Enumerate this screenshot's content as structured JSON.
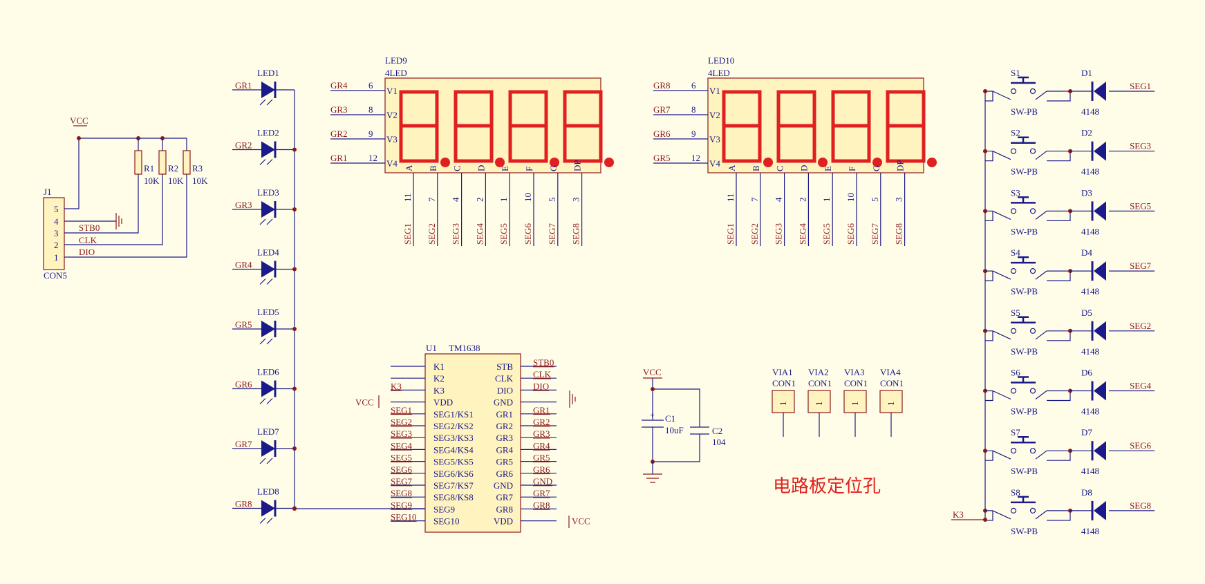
{
  "connector_j1": {
    "ref": "J1",
    "value": "CON5",
    "pins": [
      "5",
      "4",
      "3",
      "2",
      "1"
    ]
  },
  "vcc_label": "VCC",
  "resistors": [
    {
      "ref": "R1",
      "value": "10K"
    },
    {
      "ref": "R2",
      "value": "10K"
    },
    {
      "ref": "R3",
      "value": "10K"
    }
  ],
  "j1_nets": [
    "STB0",
    "CLK",
    "DIO"
  ],
  "leds": [
    {
      "ref": "LED1",
      "net": "GR1"
    },
    {
      "ref": "LED2",
      "net": "GR2"
    },
    {
      "ref": "LED3",
      "net": "GR3"
    },
    {
      "ref": "LED4",
      "net": "GR4"
    },
    {
      "ref": "LED5",
      "net": "GR5"
    },
    {
      "ref": "LED6",
      "net": "GR6"
    },
    {
      "ref": "LED7",
      "net": "GR7"
    },
    {
      "ref": "LED8",
      "net": "GR8"
    }
  ],
  "displays": [
    {
      "ref": "LED9",
      "type": "4LED",
      "digits": [
        {
          "net": "GR4",
          "pin": "6",
          "name": "V1"
        },
        {
          "net": "GR3",
          "pin": "8",
          "name": "V2"
        },
        {
          "net": "GR2",
          "pin": "9",
          "name": "V3"
        },
        {
          "net": "GR1",
          "pin": "12",
          "name": "V4"
        }
      ]
    },
    {
      "ref": "LED10",
      "type": "4LED",
      "digits": [
        {
          "net": "GR8",
          "pin": "6",
          "name": "V1"
        },
        {
          "net": "GR7",
          "pin": "8",
          "name": "V2"
        },
        {
          "net": "GR6",
          "pin": "9",
          "name": "V3"
        },
        {
          "net": "GR5",
          "pin": "12",
          "name": "V4"
        }
      ]
    }
  ],
  "display_segments": [
    {
      "name": "A",
      "pin": "11",
      "net": "SEG1"
    },
    {
      "name": "B",
      "pin": "7",
      "net": "SEG2"
    },
    {
      "name": "C",
      "pin": "4",
      "net": "SEG3"
    },
    {
      "name": "D",
      "pin": "2",
      "net": "SEG4"
    },
    {
      "name": "E",
      "pin": "1",
      "net": "SEG5"
    },
    {
      "name": "F",
      "pin": "10",
      "net": "SEG6"
    },
    {
      "name": "G",
      "pin": "5",
      "net": "SEG7"
    },
    {
      "name": "DP",
      "pin": "3",
      "net": "SEG8"
    }
  ],
  "ic": {
    "ref": "U1",
    "value": "TM1638",
    "left_pins": [
      "K1",
      "K2",
      "K3",
      "VDD",
      "SEG1/KS1",
      "SEG2/KS2",
      "SEG3/KS3",
      "SEG4/KS4",
      "SEG5/KS5",
      "SEG6/KS6",
      "SEG7/KS7",
      "SEG8/KS8",
      "SEG9",
      "SEG10"
    ],
    "right_pins": [
      "STB",
      "CLK",
      "DIO",
      "GND",
      "GR1",
      "GR2",
      "GR3",
      "GR4",
      "GR5",
      "GR6",
      "GND",
      "GR7",
      "GR8",
      "VDD"
    ],
    "left_nets": [
      "",
      "",
      "K3",
      "VCC",
      "SEG1",
      "SEG2",
      "SEG3",
      "SEG4",
      "SEG5",
      "SEG6",
      "SEG7",
      "SEG8",
      "SEG9",
      "SEG10"
    ],
    "right_nets": [
      "STB0",
      "CLK",
      "DIO",
      "",
      "GR1",
      "GR2",
      "GR3",
      "GR4",
      "GR5",
      "GR6",
      "GND",
      "GR7",
      "GR8",
      "VCC"
    ]
  },
  "capacitors": {
    "vcc": "VCC",
    "c1_ref": "C1",
    "c1_value": "10uF",
    "c2_ref": "C2",
    "c2_value": "104"
  },
  "vias": [
    {
      "ref": "VIA1",
      "value": "CON1",
      "pin": "1"
    },
    {
      "ref": "VIA2",
      "value": "CON1",
      "pin": "1"
    },
    {
      "ref": "VIA3",
      "value": "CON1",
      "pin": "1"
    },
    {
      "ref": "VIA4",
      "value": "CON1",
      "pin": "1"
    }
  ],
  "mounting_holes_label": "电路板定位孔",
  "switches": [
    {
      "ref": "S1",
      "value": "SW-PB",
      "diode": "D1",
      "diode_value": "4148",
      "net": "SEG1"
    },
    {
      "ref": "S2",
      "value": "SW-PB",
      "diode": "D2",
      "diode_value": "4148",
      "net": "SEG3"
    },
    {
      "ref": "S3",
      "value": "SW-PB",
      "diode": "D3",
      "diode_value": "4148",
      "net": "SEG5"
    },
    {
      "ref": "S4",
      "value": "SW-PB",
      "diode": "D4",
      "diode_value": "4148",
      "net": "SEG7"
    },
    {
      "ref": "S5",
      "value": "SW-PB",
      "diode": "D5",
      "diode_value": "4148",
      "net": "SEG2"
    },
    {
      "ref": "S6",
      "value": "SW-PB",
      "diode": "D6",
      "diode_value": "4148",
      "net": "SEG4"
    },
    {
      "ref": "S7",
      "value": "SW-PB",
      "diode": "D7",
      "diode_value": "4148",
      "net": "SEG6"
    },
    {
      "ref": "S8",
      "value": "SW-PB",
      "diode": "D8",
      "diode_value": "4148",
      "net": "SEG8"
    }
  ],
  "switch_common_net": "K3",
  "colors": {
    "wire": "#1a1a8a",
    "net": "#8a1a1a",
    "segment": "#e02020",
    "body": "#fff3c0",
    "background": "#fffde8"
  }
}
